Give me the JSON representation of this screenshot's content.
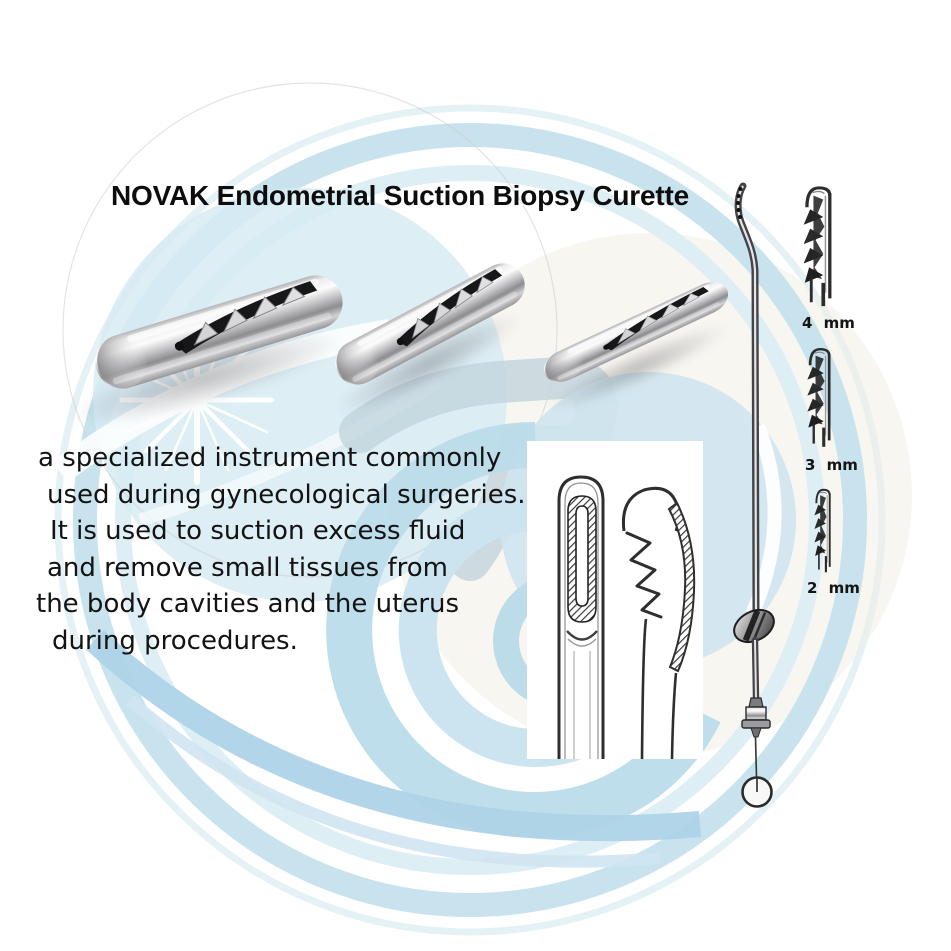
{
  "header": {
    "title": "NOVAK Endometrial Suction Biopsy Curette"
  },
  "description": {
    "lines": [
      "a specialized instrument commonly",
      "used during gynecological surgeries.",
      "It is used to suction excess fluid",
      "and remove small tissues from",
      "the body cavities and the uterus",
      "during procedures."
    ]
  },
  "size_variants": [
    {
      "label": "4 mm"
    },
    {
      "label": "3 mm"
    },
    {
      "label": "2 mm"
    }
  ],
  "figures": {
    "tip_photos_count": "3",
    "watermark": "circular-swirl-logo-watermark",
    "inset": "tip-detail-line-drawing",
    "instrument": "full-curette-side-view"
  },
  "colors": {
    "background": "#ffffff",
    "title_text": "#0d0d0d",
    "body_text": "#131313",
    "watermark_blue": "#b8d9e9",
    "watermark_blue_light": "#d9ecf3",
    "watermark_cream": "#f1eee5",
    "metal_dark": "#4a4a4a",
    "metal_light": "#e8e8e8"
  }
}
